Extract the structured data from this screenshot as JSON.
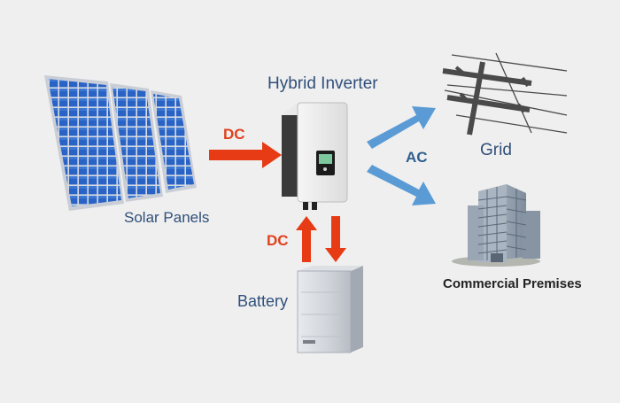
{
  "labels": {
    "solar": "Solar Panels",
    "inverter": "Hybrid Inverter",
    "grid": "Grid",
    "premises": "Commercial Premises",
    "battery": "Battery",
    "dc_top": "DC",
    "dc_bottom": "DC",
    "ac": "AC"
  },
  "colors": {
    "background": "#efefef",
    "dc_arrow": "#e63b14",
    "ac_arrow": "#5a9bd5",
    "panel_cell": "#1f5fbf",
    "panel_frame": "#d9dde3"
  },
  "icons": [
    "solar-panel-icon",
    "inverter-icon",
    "utility-pole-icon",
    "building-icon",
    "battery-icon"
  ]
}
